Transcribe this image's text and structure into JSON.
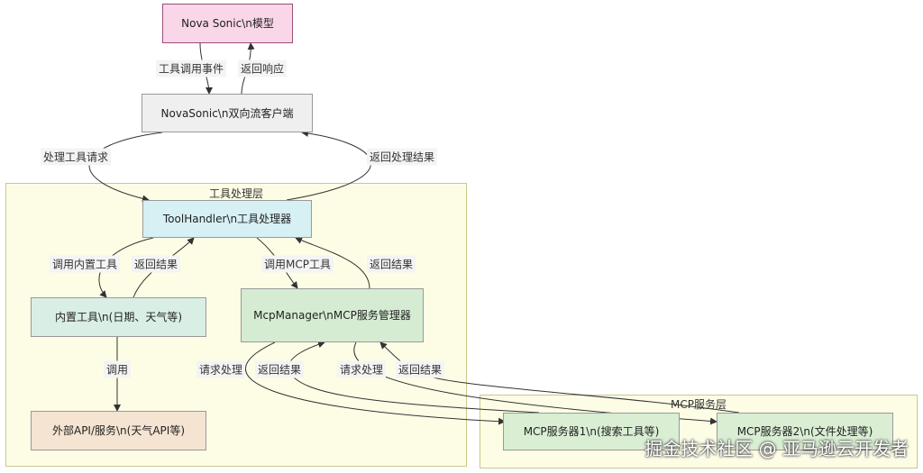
{
  "nodes": {
    "nova_model": "Nova Sonic\\n模型",
    "client": "NovaSonic\\n双向流客户端",
    "tool_handler": "ToolHandler\\n工具处理器",
    "builtin_tools": "内置工具\\n(日期、天气等)",
    "mcp_manager": "McpManager\\nMCP服务管理器",
    "external_api": "外部API/服务\\n(天气API等)",
    "mcp_server1": "MCP服务器1\\n(搜索工具等)",
    "mcp_server2": "MCP服务器2\\n(文件处理等)"
  },
  "clusters": {
    "tool_layer": "工具处理层",
    "mcp_layer": "MCP服务层"
  },
  "edge_labels": {
    "tool_call_event": "工具调用事件",
    "return_response": "返回响应",
    "process_tool_request": "处理工具请求",
    "return_process_result": "返回处理结果",
    "call_builtin_tool": "调用内置工具",
    "return_result_builtin": "返回结果",
    "call_mcp_tool": "调用MCP工具",
    "return_result_mcp": "返回结果",
    "call": "调用",
    "request_process_1": "请求处理",
    "return_result_1": "返回结果",
    "request_process_2": "请求处理",
    "return_result_2": "返回结果"
  },
  "watermark": "掘金技术社区 @ 亚马逊云开发者",
  "colors": {
    "model_fill": "#f9d6e8",
    "model_border": "#9a4d7a",
    "client_fill": "#efefef",
    "handler_fill": "#d6f0f4",
    "builtin_fill": "#d9efe6",
    "manager_fill": "#d5ecd3",
    "external_fill": "#f5e4d2",
    "server_fill": "#d9eed3",
    "cluster_fill": "#fdfde6",
    "edge": "#333333"
  }
}
